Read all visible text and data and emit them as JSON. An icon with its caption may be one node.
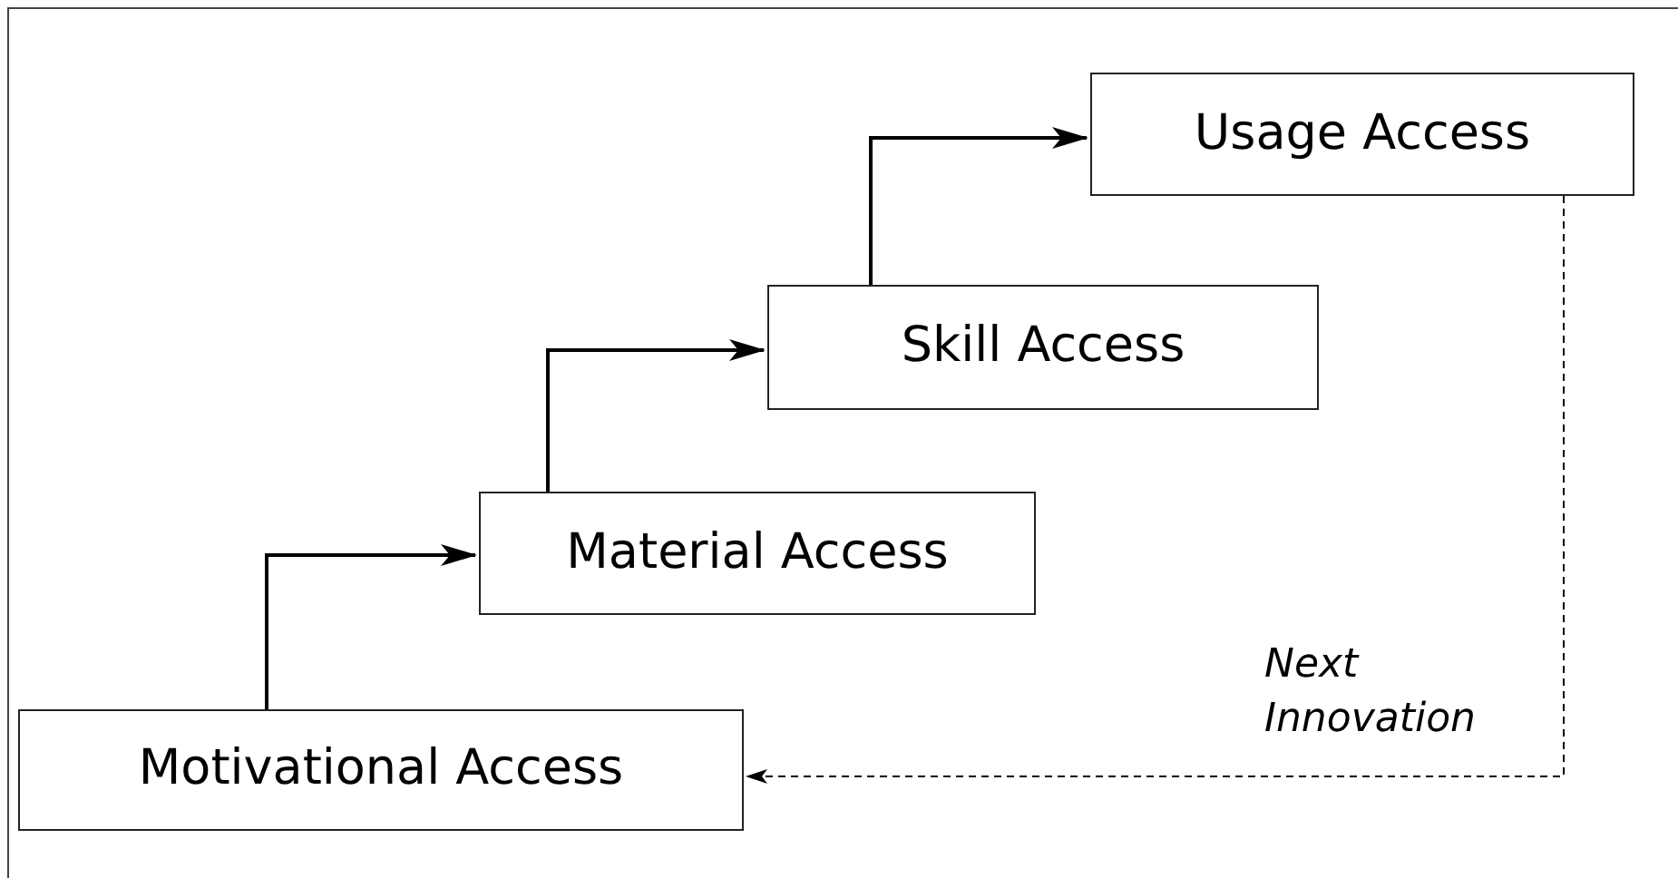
{
  "diagram": {
    "nodes": [
      {
        "text": [
          "Motivational Access"
        ]
      },
      {
        "text": [
          "Material Access"
        ]
      },
      {
        "text": [
          "Skill Access"
        ]
      },
      {
        "text": [
          "Usage Access"
        ]
      }
    ],
    "edges": [
      {
        "from": 0,
        "to": 1,
        "arrow": "to"
      },
      {
        "from": 1,
        "to": 2,
        "arrow": "to"
      },
      {
        "from": 2,
        "to": 3,
        "arrow": "to"
      },
      {
        "from": 3,
        "to": 0,
        "arrow": "to",
        "style": "dashed",
        "label": "Next Innovation"
      }
    ]
  }
}
